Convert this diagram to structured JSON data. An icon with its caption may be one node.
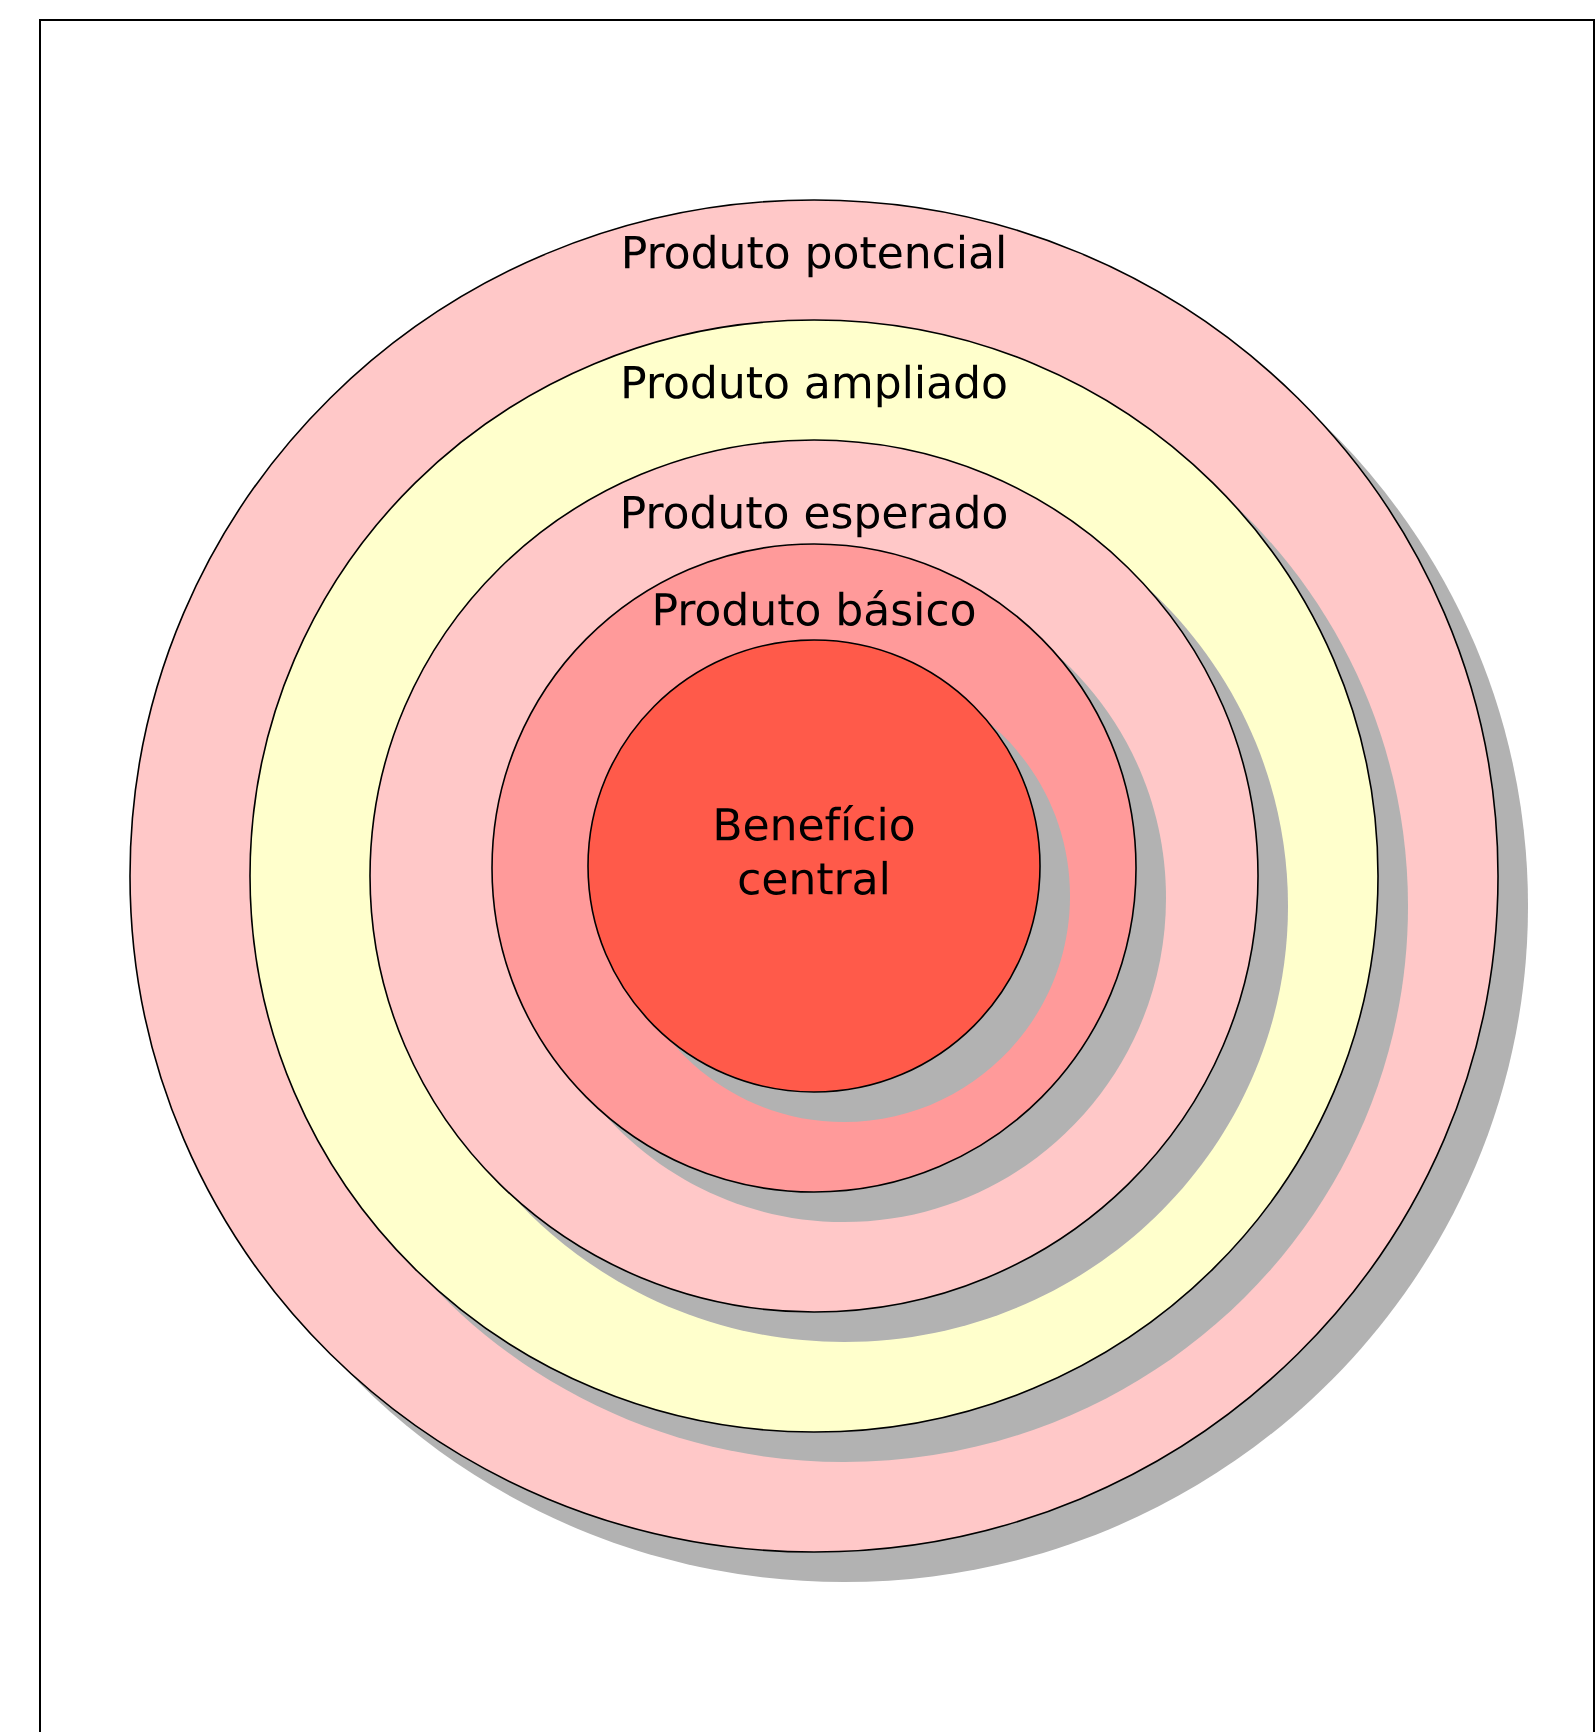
{
  "diagram": {
    "nodes": [
      {
        "text": [
          "Produto potencial"
        ]
      },
      {
        "text": [
          "Produto ampliado"
        ],
        "in": 0
      },
      {
        "text": [
          "Produto esperado"
        ],
        "in": 1
      },
      {
        "text": [
          "Produto básico"
        ],
        "in": 2
      },
      {
        "text": [
          "Benefício central"
        ],
        "in": 3
      }
    ]
  }
}
